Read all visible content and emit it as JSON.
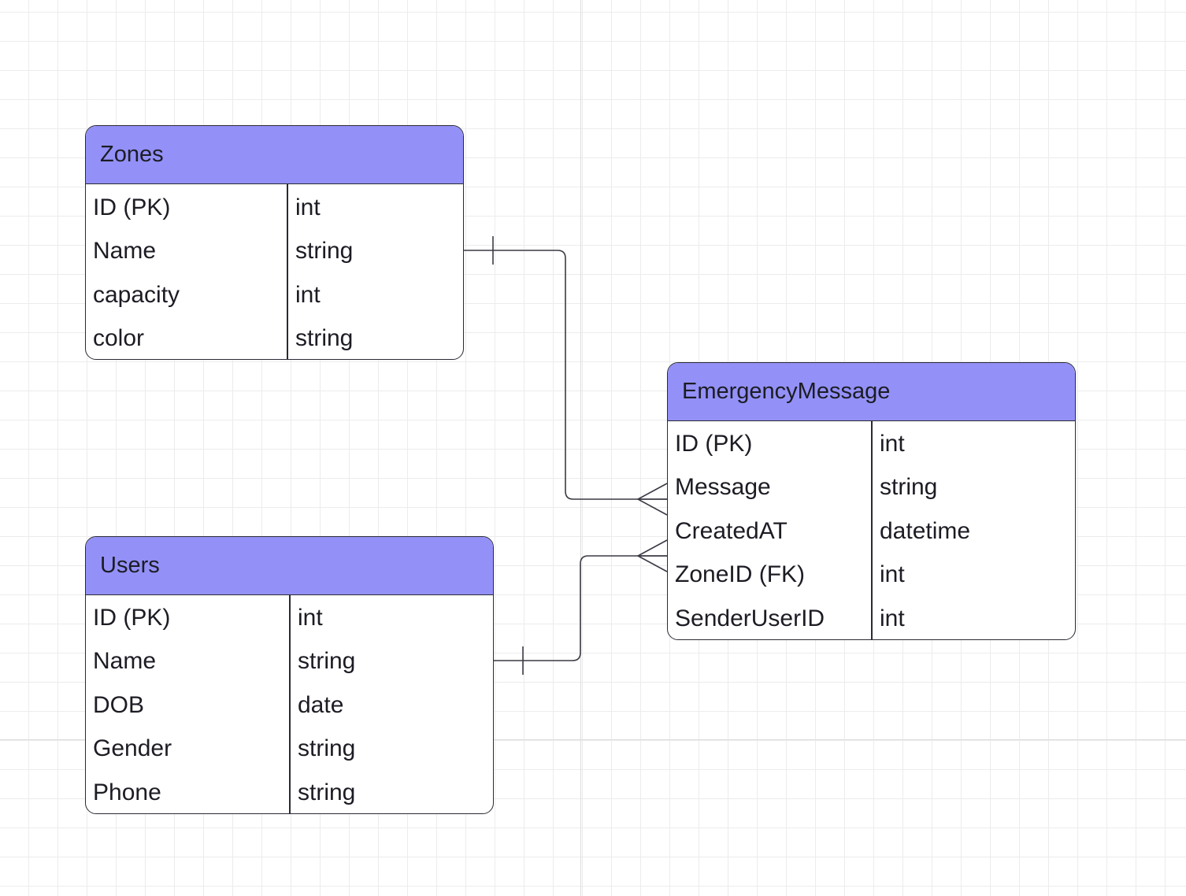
{
  "entities": {
    "zones": {
      "title": "Zones",
      "fields": [
        {
          "name": "ID (PK)",
          "type": "int"
        },
        {
          "name": "Name",
          "type": "string"
        },
        {
          "name": "capacity",
          "type": "int"
        },
        {
          "name": "color",
          "type": "string"
        }
      ]
    },
    "users": {
      "title": "Users",
      "fields": [
        {
          "name": "ID (PK)",
          "type": "int"
        },
        {
          "name": "Name",
          "type": "string"
        },
        {
          "name": "DOB",
          "type": "date"
        },
        {
          "name": "Gender",
          "type": "string"
        },
        {
          "name": "Phone",
          "type": "string"
        }
      ]
    },
    "emergency_message": {
      "title": "EmergencyMessage",
      "fields": [
        {
          "name": "ID (PK)",
          "type": "int"
        },
        {
          "name": "Message",
          "type": "string"
        },
        {
          "name": "CreatedAT",
          "type": "datetime"
        },
        {
          "name": "ZoneID (FK)",
          "type": "int"
        },
        {
          "name": "SenderUserID",
          "type": "int"
        }
      ]
    }
  },
  "relationships": [
    {
      "from": "Zones",
      "to": "EmergencyMessage",
      "from_cardinality": "one",
      "to_cardinality": "many"
    },
    {
      "from": "Users",
      "to": "EmergencyMessage",
      "from_cardinality": "one",
      "to_cardinality": "many"
    }
  ],
  "colors": {
    "header_fill": "#9391f7",
    "border": "#2a2a35",
    "connector": "#3a3a44",
    "grid": "#ececec"
  }
}
